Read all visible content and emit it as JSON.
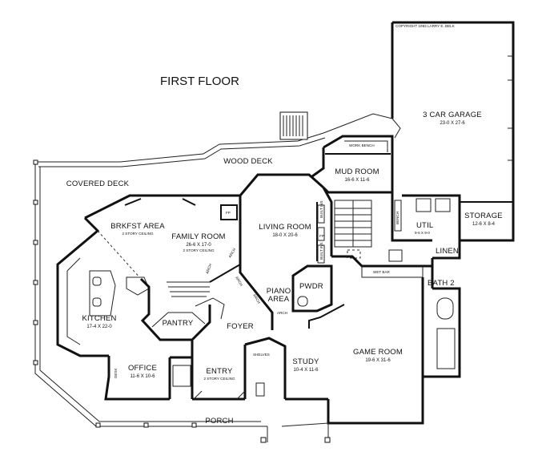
{
  "title": "FIRST FLOOR",
  "copyright": "COPYRIGHT 1993 LARRY E. BELK",
  "rooms": {
    "garage": {
      "name": "3 CAR GARAGE",
      "size": "23-0 X 27-6"
    },
    "storage": {
      "name": "STORAGE",
      "size": "12-6 X 8-4"
    },
    "mud_room": {
      "name": "MUD ROOM",
      "size": "16-6 X 11-6"
    },
    "util": {
      "name": "UTIL",
      "size": "9-6 X 9-0"
    },
    "linen": {
      "name": "LINEN"
    },
    "bath2": {
      "name": "BATH 2"
    },
    "living_room": {
      "name": "LIVING ROOM",
      "size": "18-0 X 20-6"
    },
    "family_room": {
      "name": "FAMILY ROOM",
      "size": "26-6 X 17-0",
      "note": "2 STORY CEILING"
    },
    "brkfst_area": {
      "name": "BRKFST AREA",
      "note": "2 STORY CEILING"
    },
    "kitchen": {
      "name": "KITCHEN",
      "size": "17-4 X 22-0"
    },
    "pantry": {
      "name": "PANTRY"
    },
    "foyer": {
      "name": "FOYER"
    },
    "office": {
      "name": "OFFICE",
      "size": "11-6 X 10-6"
    },
    "entry": {
      "name": "ENTRY",
      "note": "2 STORY CEILING"
    },
    "study": {
      "name": "STUDY",
      "size": "10-4 X 11-6"
    },
    "game_room": {
      "name": "GAME ROOM",
      "size": "19-6 X 31-6"
    },
    "pwdr": {
      "name": "PWDR"
    },
    "piano_area": {
      "name_line1": "PIANO",
      "name_line2": "AREA"
    },
    "porch": {
      "name": "PORCH"
    },
    "covered_deck": {
      "name": "COVERED DECK"
    },
    "wood_deck": {
      "name": "WOOD DECK"
    }
  },
  "features": {
    "work_bench": "WORK BENCH",
    "wet_bar": "WET BAR",
    "bench": "BENCH",
    "built_ins_1": "BUILT INS",
    "built_ins_2": "BUILT INS",
    "desk": "DESK",
    "arch_piano": "ARCH",
    "arch_foyer": "ARCH",
    "arch_family": "ARCH",
    "arch_living": "ARCH",
    "arch_brkfst": "ARCH",
    "fp": "FP",
    "shelves": "SHELVES"
  }
}
